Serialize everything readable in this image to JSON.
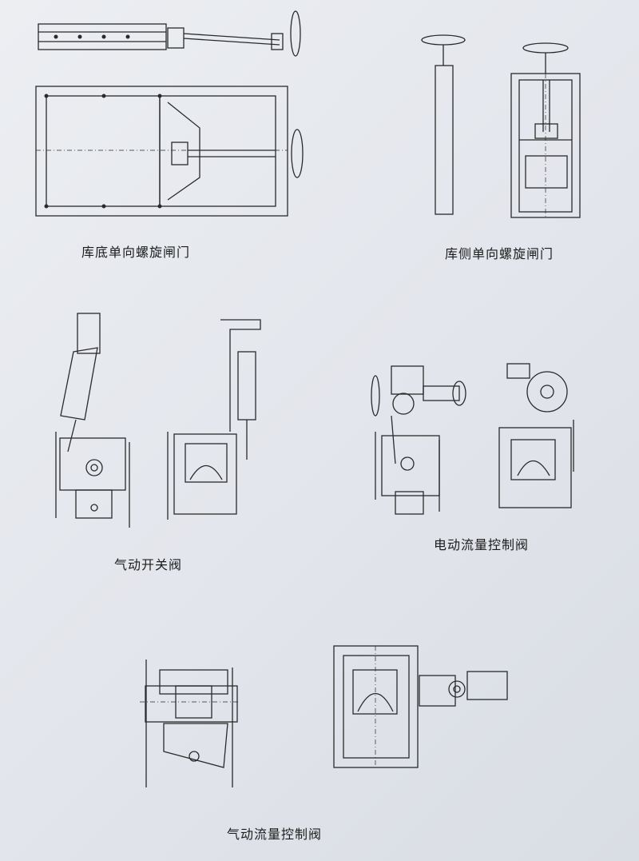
{
  "captions": {
    "bottom_spiral_gate": "库底单向螺旋闸门",
    "side_spiral_gate": "库侧单向螺旋闸门",
    "pneumatic_switch_valve": "气动开关阀",
    "electric_flow_control_valve": "电动流量控制阀",
    "pneumatic_flow_control_valve": "气动流量控制阀"
  },
  "colors": {
    "ink": "#2a2a2a",
    "paper": "#e6e9ee"
  }
}
